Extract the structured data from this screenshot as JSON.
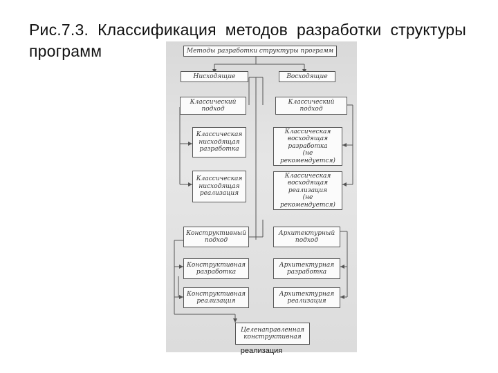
{
  "slide": {
    "title": "Рис.7.3. Классификация методов разработки структуры программ"
  },
  "diagram": {
    "root": "Методы разработки структуры программ",
    "left_branch": "Нисходящие",
    "right_branch": "Восходящие",
    "left_classic": "Классический\nподход",
    "left_classic_dev": "Классическая\nнисходящая\nразработка",
    "left_classic_impl": "Классическая\nнисходящая\nреализация",
    "right_classic": "Классический\nподход",
    "right_classic_dev": "Классическая\nвосходящая\nразработка\n(не рекомендуется)",
    "right_classic_impl": "Классическая\nвосходящая\nреализация\n(не рекомендуется)",
    "constructive": "Конструктивный\nподход",
    "constructive_dev": "Конструктивная\nразработка",
    "constructive_impl": "Конструктивная\nреализация",
    "architectural": "Архитектурный\nподход",
    "architectural_dev": "Архитектурная\nразработка",
    "architectural_impl": "Архитектурная\nреализация",
    "targeted": "Целенаправленная\nконструктивная",
    "caption": "реализация"
  }
}
